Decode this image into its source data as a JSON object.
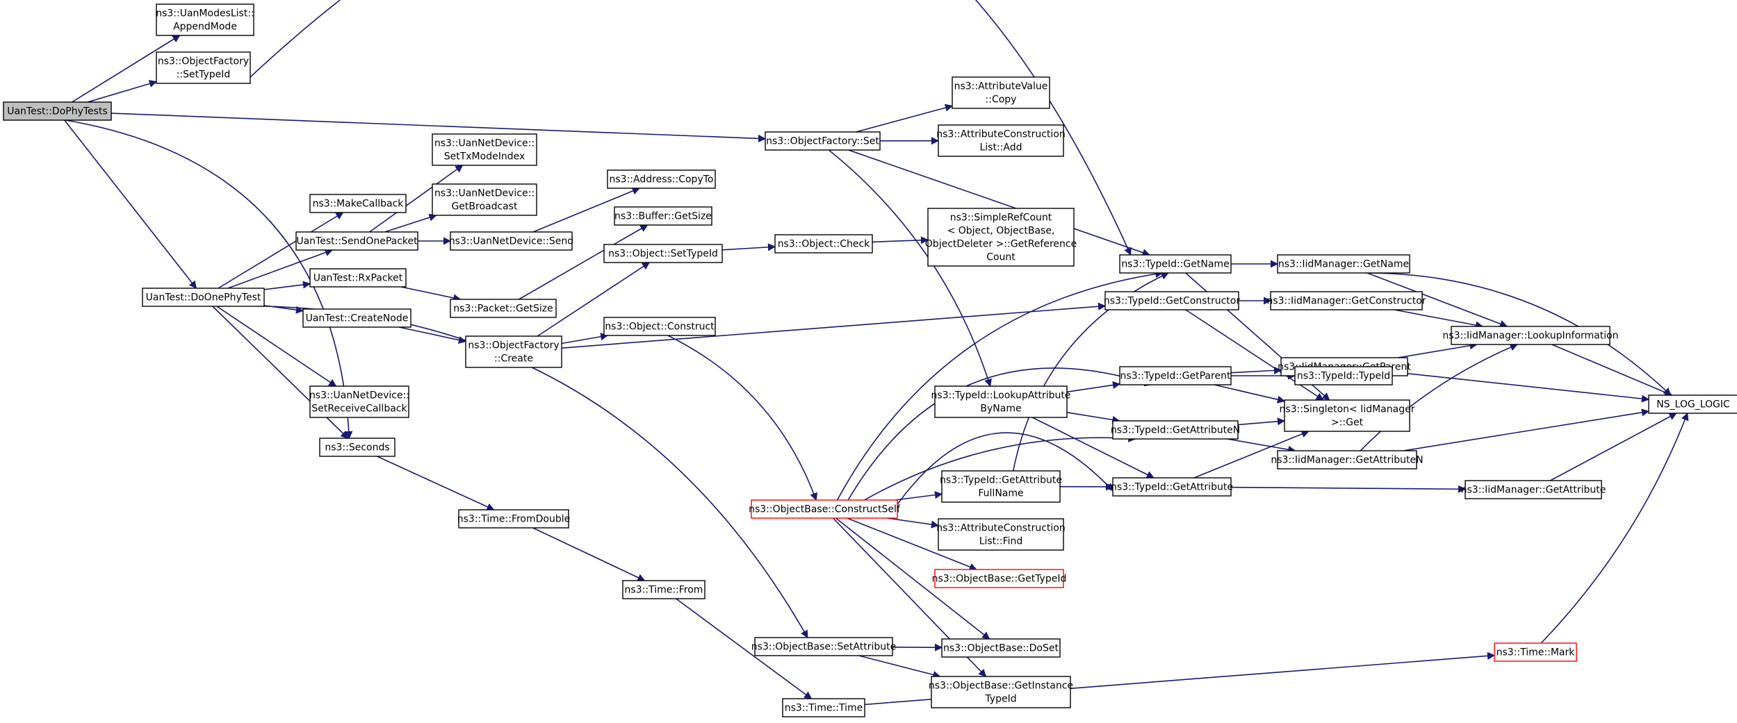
{
  "colors": {
    "edge": "#191970",
    "root_fill": "#bfbfbf",
    "highlight_border": "#ff0000"
  },
  "nodes": {
    "root": {
      "lines": [
        "UanTest::DoPhyTests"
      ],
      "style": "root"
    },
    "append_mode": {
      "lines": [
        "ns3::UanModesList::",
        "AppendMode"
      ]
    },
    "of_settypeid": {
      "lines": [
        "ns3::ObjectFactory",
        "::SetTypeId"
      ]
    },
    "of_set": {
      "lines": [
        "ns3::ObjectFactory::Set"
      ]
    },
    "av_copy": {
      "lines": [
        "ns3::AttributeValue",
        "::Copy"
      ]
    },
    "acl_add": {
      "lines": [
        "ns3::AttributeConstruction",
        "List::Add"
      ]
    },
    "do_one": {
      "lines": [
        "UanTest::DoOnePhyTest"
      ]
    },
    "make_callback": {
      "lines": [
        "ns3::MakeCallback"
      ]
    },
    "send_one": {
      "lines": [
        "UanTest::SendOnePacket"
      ]
    },
    "rx_packet": {
      "lines": [
        "UanTest::RxPacket"
      ]
    },
    "create_node": {
      "lines": [
        "UanTest::CreateNode"
      ]
    },
    "set_recv_cb": {
      "lines": [
        "ns3::UanNetDevice::",
        "SetReceiveCallback"
      ]
    },
    "seconds": {
      "lines": [
        "ns3::Seconds"
      ]
    },
    "set_tx_mode": {
      "lines": [
        "ns3::UanNetDevice::",
        "SetTxModeIndex"
      ]
    },
    "get_broadcast": {
      "lines": [
        "ns3::UanNetDevice::",
        "GetBroadcast"
      ]
    },
    "nd_send": {
      "lines": [
        "ns3::UanNetDevice::Send"
      ]
    },
    "pkt_getsize": {
      "lines": [
        "ns3::Packet::GetSize"
      ]
    },
    "of_create": {
      "lines": [
        "ns3::ObjectFactory",
        "::Create"
      ]
    },
    "addr_copyto": {
      "lines": [
        "ns3::Address::CopyTo"
      ]
    },
    "buf_getsize": {
      "lines": [
        "ns3::Buffer::GetSize"
      ]
    },
    "obj_settypeid": {
      "lines": [
        "ns3::Object::SetTypeId"
      ]
    },
    "obj_construct": {
      "lines": [
        "ns3::Object::Construct"
      ]
    },
    "obj_check": {
      "lines": [
        "ns3::Object::Check"
      ]
    },
    "simple_ref": {
      "lines": [
        "ns3::SimpleRefCount",
        "< Object, ObjectBase,",
        "ObjectDeleter >::GetReference",
        "Count"
      ]
    },
    "time_fromdouble": {
      "lines": [
        "ns3::Time::FromDouble"
      ]
    },
    "time_from": {
      "lines": [
        "ns3::Time::From"
      ]
    },
    "ob_setattr": {
      "lines": [
        "ns3::ObjectBase::SetAttribute"
      ]
    },
    "time_time": {
      "lines": [
        "ns3::Time::Time"
      ]
    },
    "ob_constructself": {
      "lines": [
        "ns3::ObjectBase::ConstructSelf"
      ],
      "style": "red"
    },
    "tid_lookup": {
      "lines": [
        "ns3::TypeId::LookupAttribute",
        "ByName"
      ]
    },
    "tid_getattrfull": {
      "lines": [
        "ns3::TypeId::GetAttribute",
        "FullName"
      ]
    },
    "acl_find": {
      "lines": [
        "ns3::AttributeConstruction",
        "List::Find"
      ]
    },
    "ob_gettypeid": {
      "lines": [
        "ns3::ObjectBase::GetTypeId"
      ],
      "style": "red"
    },
    "ob_doset": {
      "lines": [
        "ns3::ObjectBase::DoSet"
      ]
    },
    "ob_getinstance": {
      "lines": [
        "ns3::ObjectBase::GetInstance",
        "TypeId"
      ]
    },
    "tid_getname": {
      "lines": [
        "ns3::TypeId::GetName"
      ]
    },
    "tid_getctor": {
      "lines": [
        "ns3::TypeId::GetConstructor"
      ]
    },
    "tid_getparent": {
      "lines": [
        "ns3::TypeId::GetParent"
      ]
    },
    "tid_getattrn": {
      "lines": [
        "ns3::TypeId::GetAttributeN"
      ]
    },
    "tid_getattr": {
      "lines": [
        "ns3::TypeId::GetAttribute"
      ]
    },
    "iid_getname": {
      "lines": [
        "ns3::IidManager::GetName"
      ]
    },
    "iid_getctor": {
      "lines": [
        "ns3::IidManager::GetConstructor"
      ]
    },
    "iid_getparent": {
      "lines": [
        "ns3::IidManager::GetParent"
      ]
    },
    "tid_typeid": {
      "lines": [
        "ns3::TypeId::TypeId"
      ]
    },
    "singleton_get": {
      "lines": [
        "ns3::Singleton< IidManager",
        ">::Get"
      ]
    },
    "iid_getattrn": {
      "lines": [
        "ns3::IidManager::GetAttributeN"
      ]
    },
    "iid_lookup": {
      "lines": [
        "ns3::IidManager::LookupInformation"
      ]
    },
    "iid_getattr": {
      "lines": [
        "ns3::IidManager::GetAttribute"
      ]
    },
    "time_mark": {
      "lines": [
        "ns3::Time::Mark"
      ],
      "style": "red"
    },
    "ns_log": {
      "lines": [
        "NS_LOG_LOGIC"
      ]
    }
  }
}
